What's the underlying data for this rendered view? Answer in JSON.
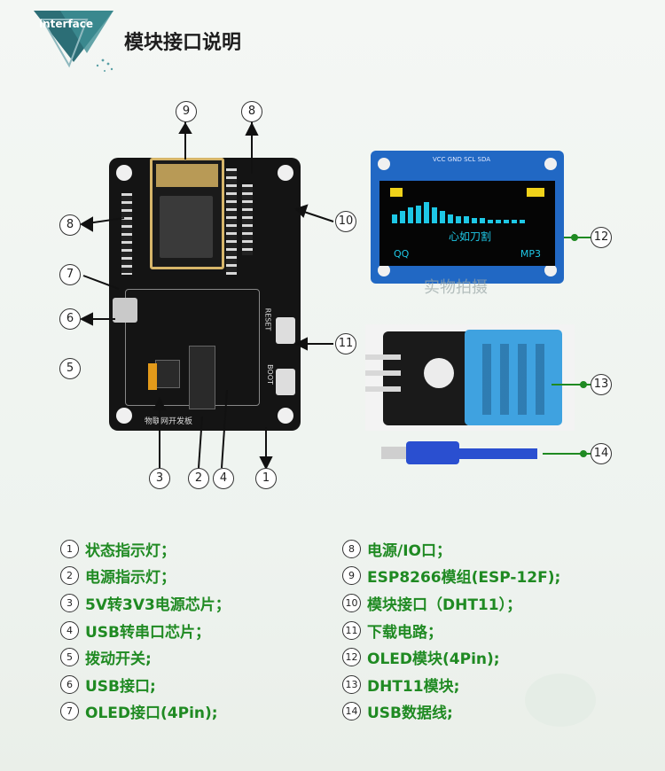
{
  "header": {
    "logo_text": "interface",
    "title": "模块接口说明"
  },
  "diagram": {
    "callouts": [
      "1",
      "2",
      "3",
      "4",
      "5",
      "6",
      "7",
      "8",
      "8",
      "9",
      "10",
      "11",
      "12",
      "13",
      "14"
    ],
    "board_silkscreen": {
      "bottom_label": "物联网开发板",
      "reset": "RESET",
      "boot": "BOOT"
    },
    "oled": {
      "top_pins": "VCC GND SCL SDA",
      "screen_text": "心如刀割",
      "left_label": "QQ",
      "right_label": "MP3"
    },
    "watermark": "实物拍摄"
  },
  "legend": {
    "left": [
      {
        "num": "1",
        "text": "状态指示灯；"
      },
      {
        "num": "2",
        "text": "电源指示灯；"
      },
      {
        "num": "3",
        "text": "5V转3V3电源芯片；"
      },
      {
        "num": "4",
        "text": "USB转串口芯片；"
      },
      {
        "num": "5",
        "text": "拨动开关;"
      },
      {
        "num": "6",
        "text": "USB接口;"
      },
      {
        "num": "7",
        "text": "OLED接口(4Pin);"
      }
    ],
    "right": [
      {
        "num": "8",
        "text": "电源/IO口；"
      },
      {
        "num": "9",
        "text": "ESP8266模组(ESP-12F);"
      },
      {
        "num": "10",
        "text": "模块接口（DHT11）；"
      },
      {
        "num": "11",
        "text": "下载电路；"
      },
      {
        "num": "12",
        "text": "OLED模块(4Pin);"
      },
      {
        "num": "13",
        "text": "DHT11模块;"
      },
      {
        "num": "14",
        "text": "USB数据线;"
      }
    ]
  },
  "colors": {
    "legend_text": "#1f8a22",
    "oled_blue": "#1e6fc9",
    "oled_cyan": "#1ec8e6",
    "oled_yellow": "#f0d21a",
    "dht_blue": "#3fa2e0",
    "cable_blue": "#2a4fd0"
  }
}
